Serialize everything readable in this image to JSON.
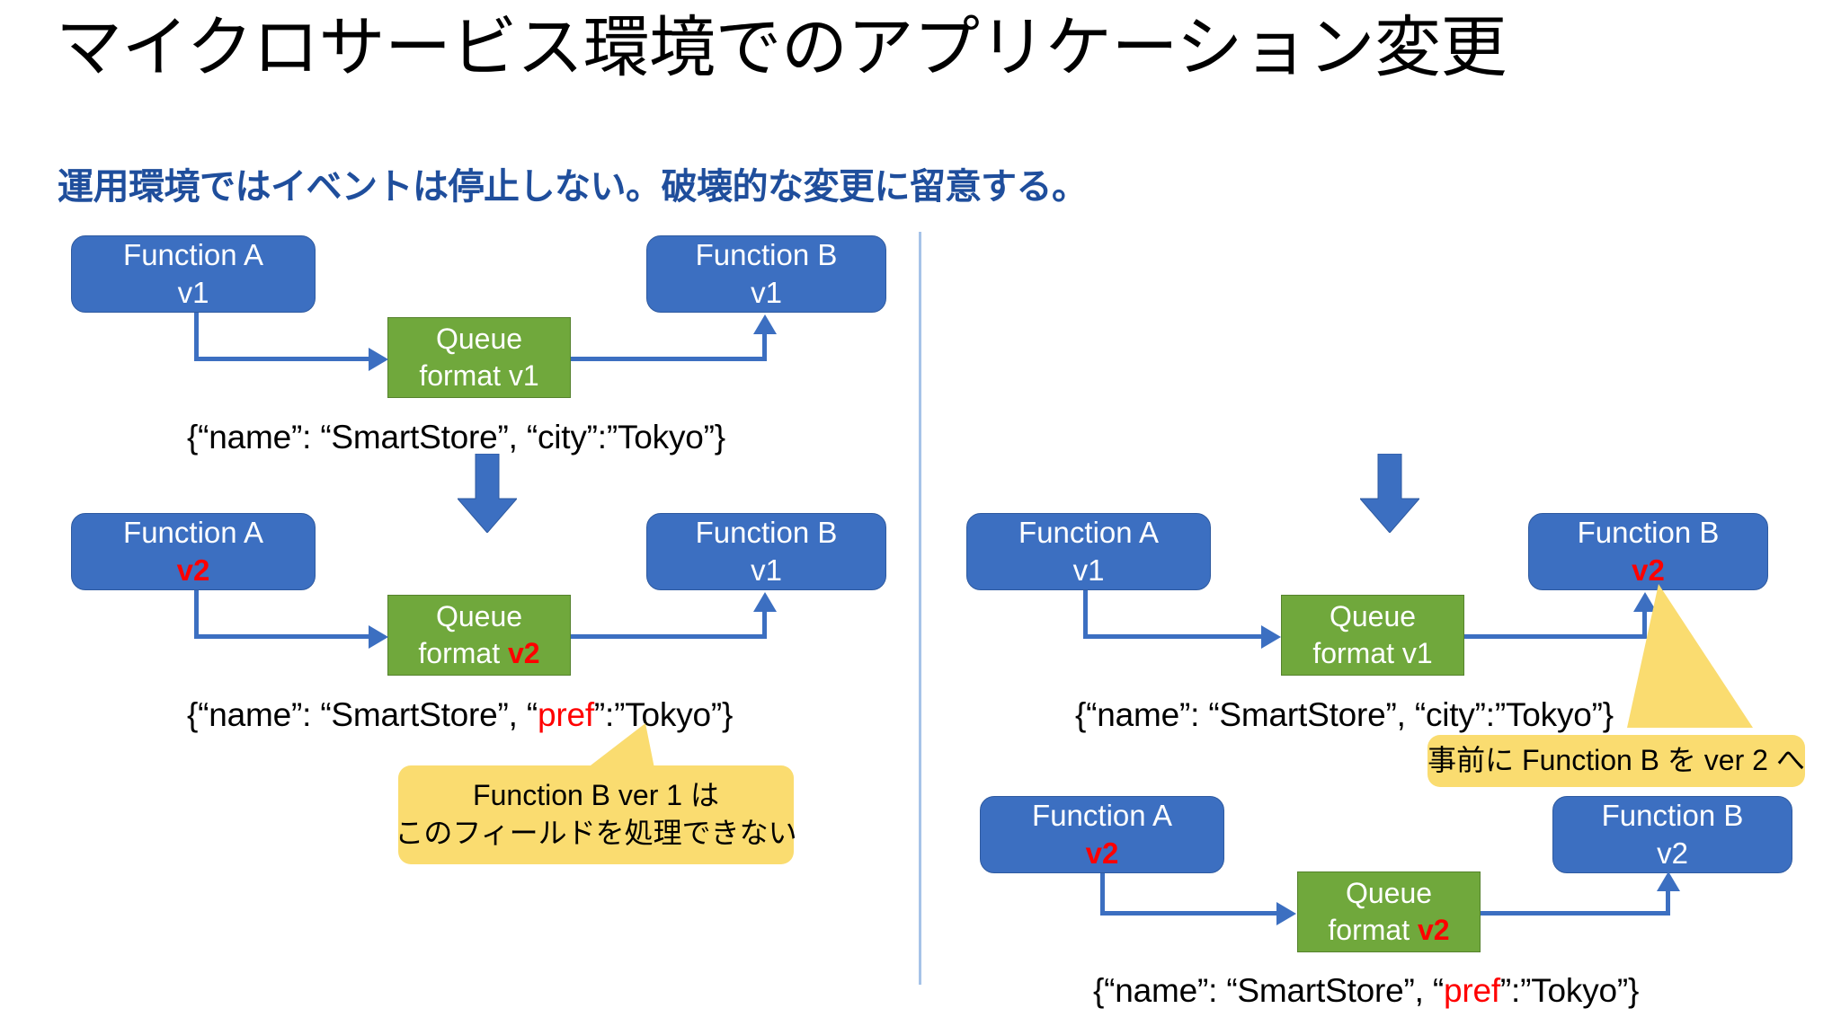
{
  "slide": {
    "title": "マイクロサービス環境でのアプリケーション変更",
    "subtitle": "運用環境ではイベントは停止しない。破壊的な変更に留意する。"
  },
  "colors": {
    "node_blue": "#3C6FC1",
    "queue_green": "#70A83C",
    "callout_yellow": "#FADC70",
    "version_red": "#FF0000",
    "subtitle_blue": "#1F4E9C",
    "divider_blue": "#A6C3E8"
  },
  "left_panel": {
    "row1": {
      "producer": {
        "name": "Function A",
        "version": "v1",
        "version_highlight": false
      },
      "queue": {
        "name": "Queue",
        "format_label": "format",
        "version": "v1",
        "version_highlight": false
      },
      "consumer": {
        "name": "Function B",
        "version": "v1",
        "version_highlight": false
      },
      "payload_prefix": "{“name”: “SmartStore”, “",
      "payload_key": "city",
      "payload_suffix": "”:”Tokyo”}",
      "payload_key_highlight": false
    },
    "row2": {
      "producer": {
        "name": "Function A",
        "version": "v2",
        "version_highlight": true
      },
      "queue": {
        "name": "Queue",
        "format_label": "format",
        "version": "v2",
        "version_highlight": true
      },
      "consumer": {
        "name": "Function B",
        "version": "v1",
        "version_highlight": false
      },
      "payload_prefix": "{“name”: “SmartStore”, “",
      "payload_key": "pref",
      "payload_suffix": "”:”Tokyo”}",
      "payload_key_highlight": true
    },
    "callout": {
      "line1": "Function B ver 1 は",
      "line2": "このフィールドを処理できない"
    }
  },
  "right_panel": {
    "row1": {
      "producer": {
        "name": "Function A",
        "version": "v1",
        "version_highlight": false
      },
      "queue": {
        "name": "Queue",
        "format_label": "format",
        "version": "v1",
        "version_highlight": false
      },
      "consumer": {
        "name": "Function B",
        "version": "v2",
        "version_highlight": true
      },
      "payload_prefix": "{“name”: “SmartStore”, “",
      "payload_key": "city",
      "payload_suffix": "”:”Tokyo”}",
      "payload_key_highlight": false
    },
    "row2": {
      "producer": {
        "name": "Function A",
        "version": "v2",
        "version_highlight": true
      },
      "queue": {
        "name": "Queue",
        "format_label": "format",
        "version": "v2",
        "version_highlight": true
      },
      "consumer": {
        "name": "Function B",
        "version": "v2",
        "version_highlight": false
      },
      "payload_prefix": "{“name”: “SmartStore”, “",
      "payload_key": "pref",
      "payload_suffix": "”:”Tokyo”}",
      "payload_key_highlight": true
    },
    "callout": {
      "line1": "事前に Function B を ver 2 へ"
    }
  }
}
